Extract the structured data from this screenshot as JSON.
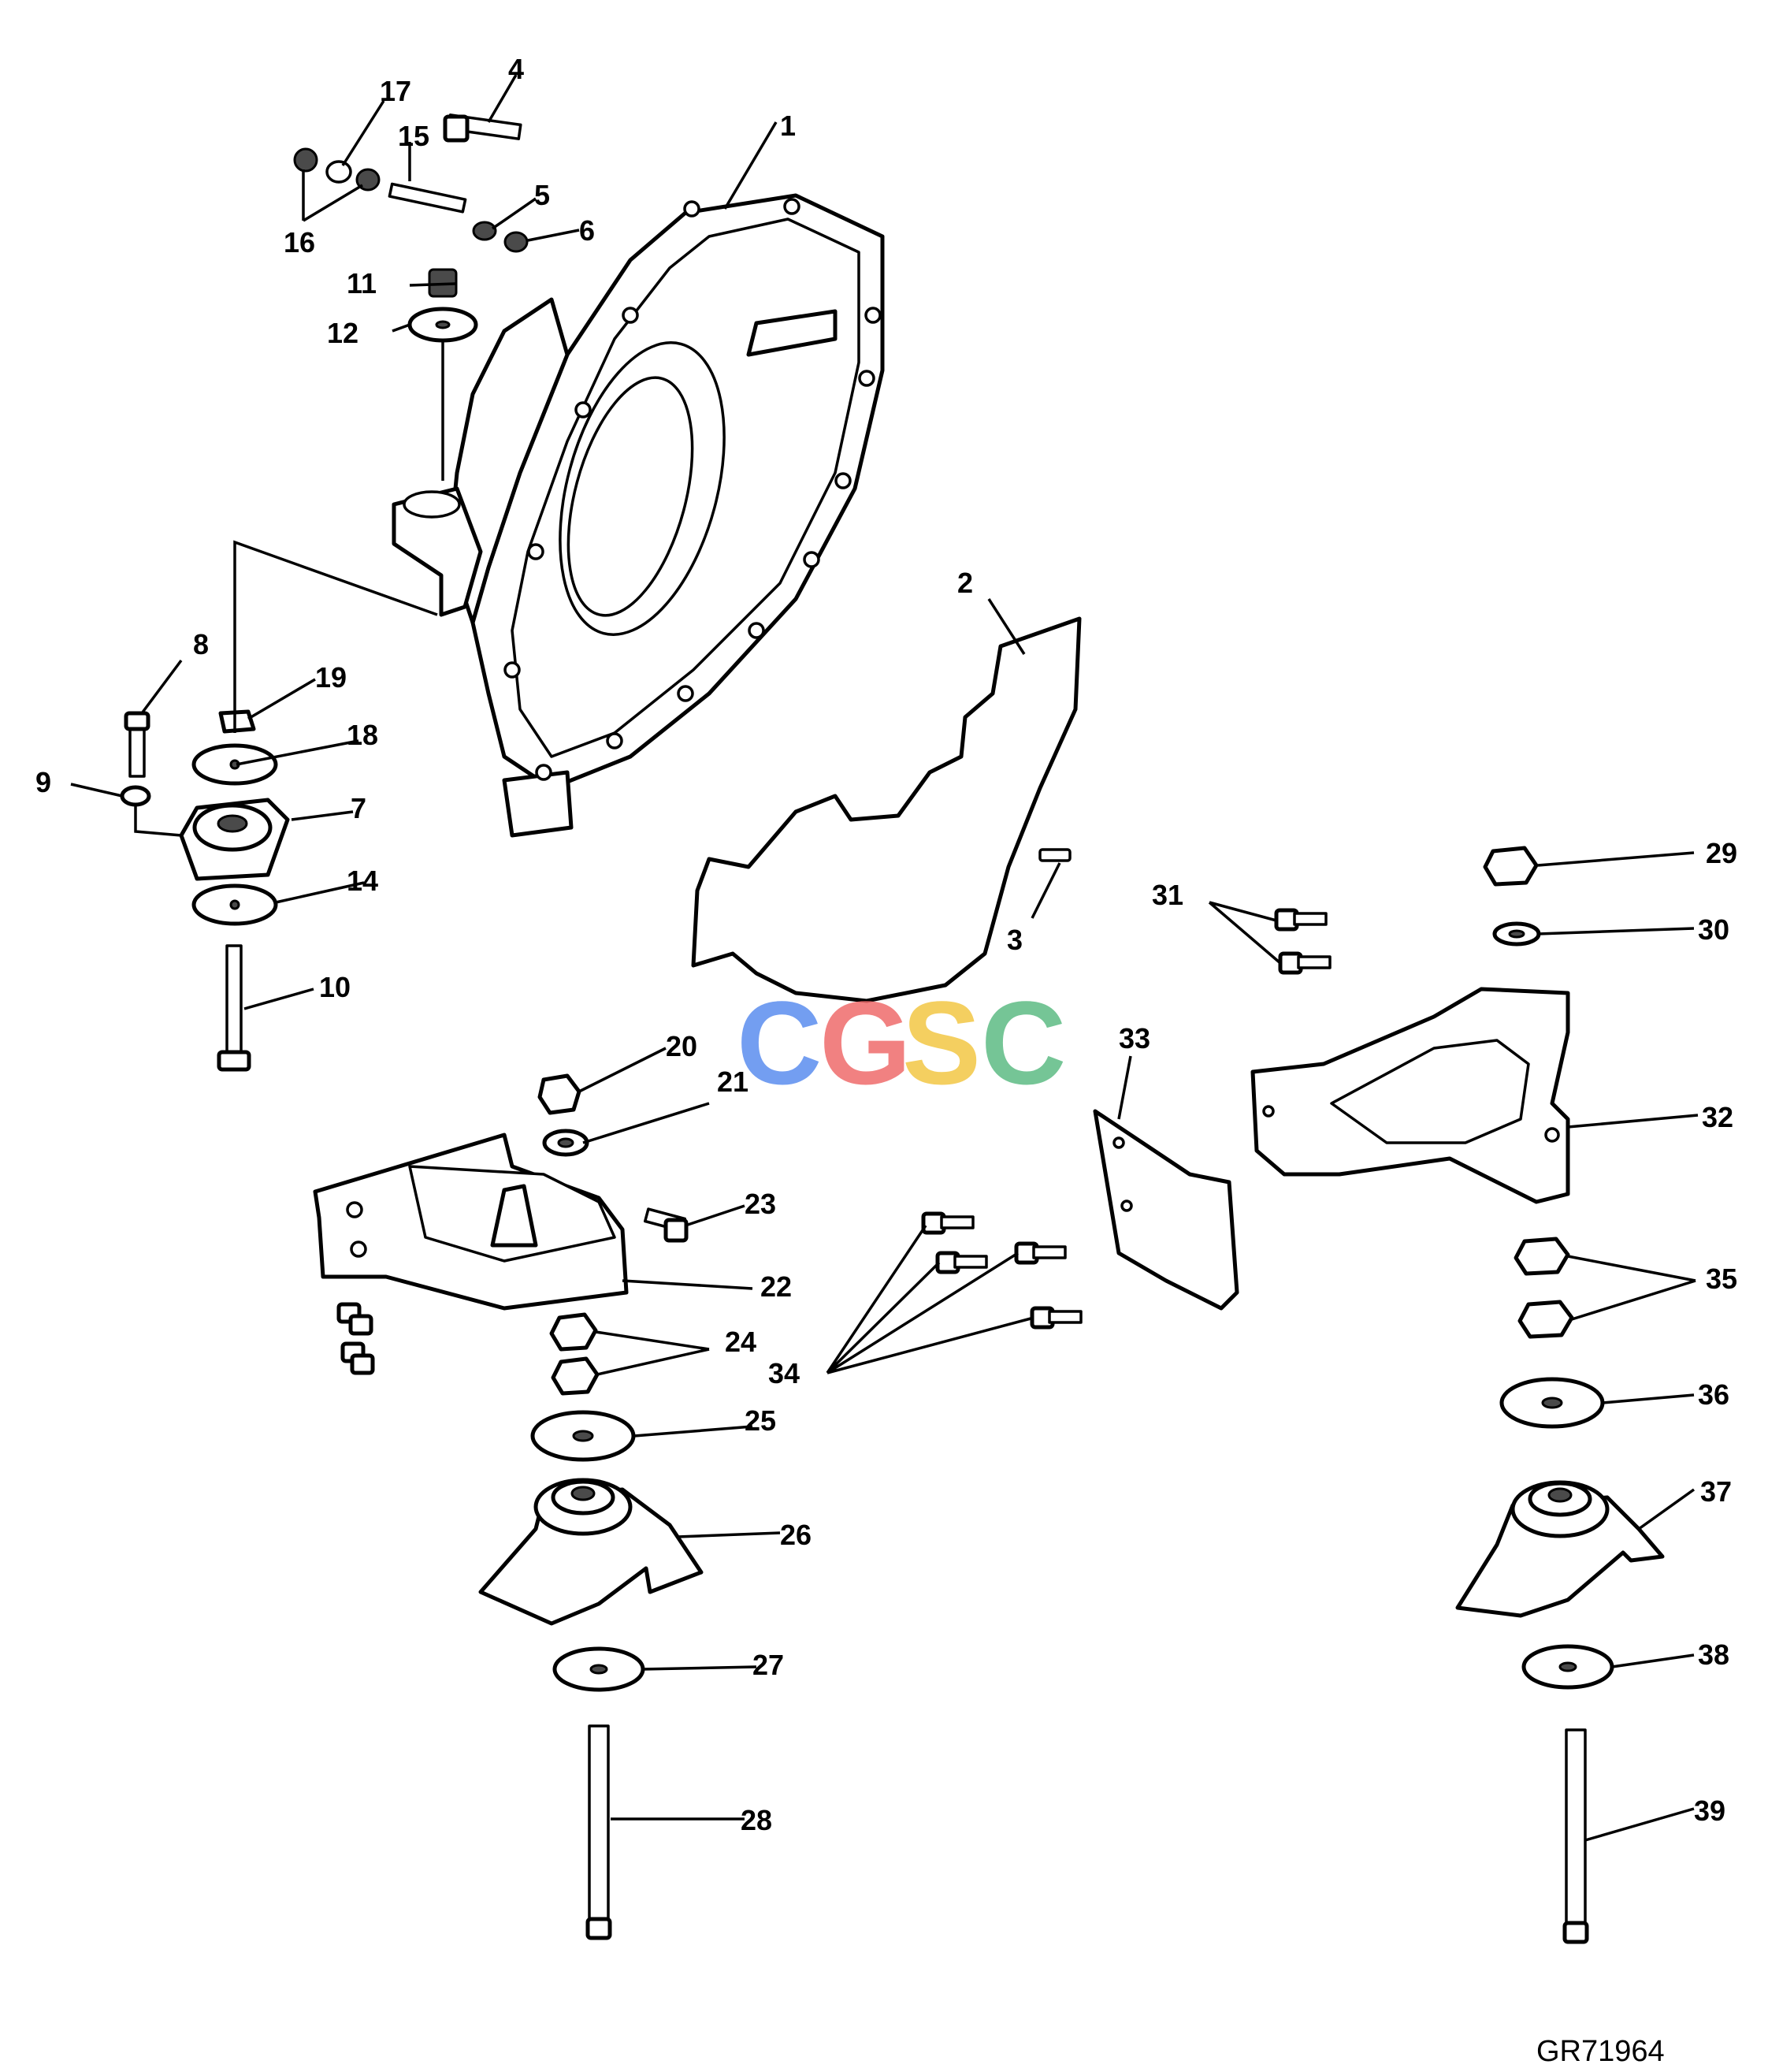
{
  "figure_id": "GR71964",
  "watermark": {
    "letters": [
      {
        "char": "C",
        "color": "#5b8def"
      },
      {
        "char": "G",
        "color": "#ef6b6b"
      },
      {
        "char": "S",
        "color": "#f2c744"
      },
      {
        "char": "C",
        "color": "#5dbb84"
      }
    ]
  },
  "callouts": [
    "1",
    "2",
    "3",
    "4",
    "5",
    "6",
    "7",
    "8",
    "9",
    "10",
    "11",
    "12",
    "14",
    "15",
    "16",
    "17",
    "18",
    "19",
    "20",
    "21",
    "22",
    "23",
    "24",
    "25",
    "26",
    "27",
    "28",
    "29",
    "30",
    "31",
    "32",
    "33",
    "34",
    "35",
    "36",
    "37",
    "38",
    "39"
  ]
}
